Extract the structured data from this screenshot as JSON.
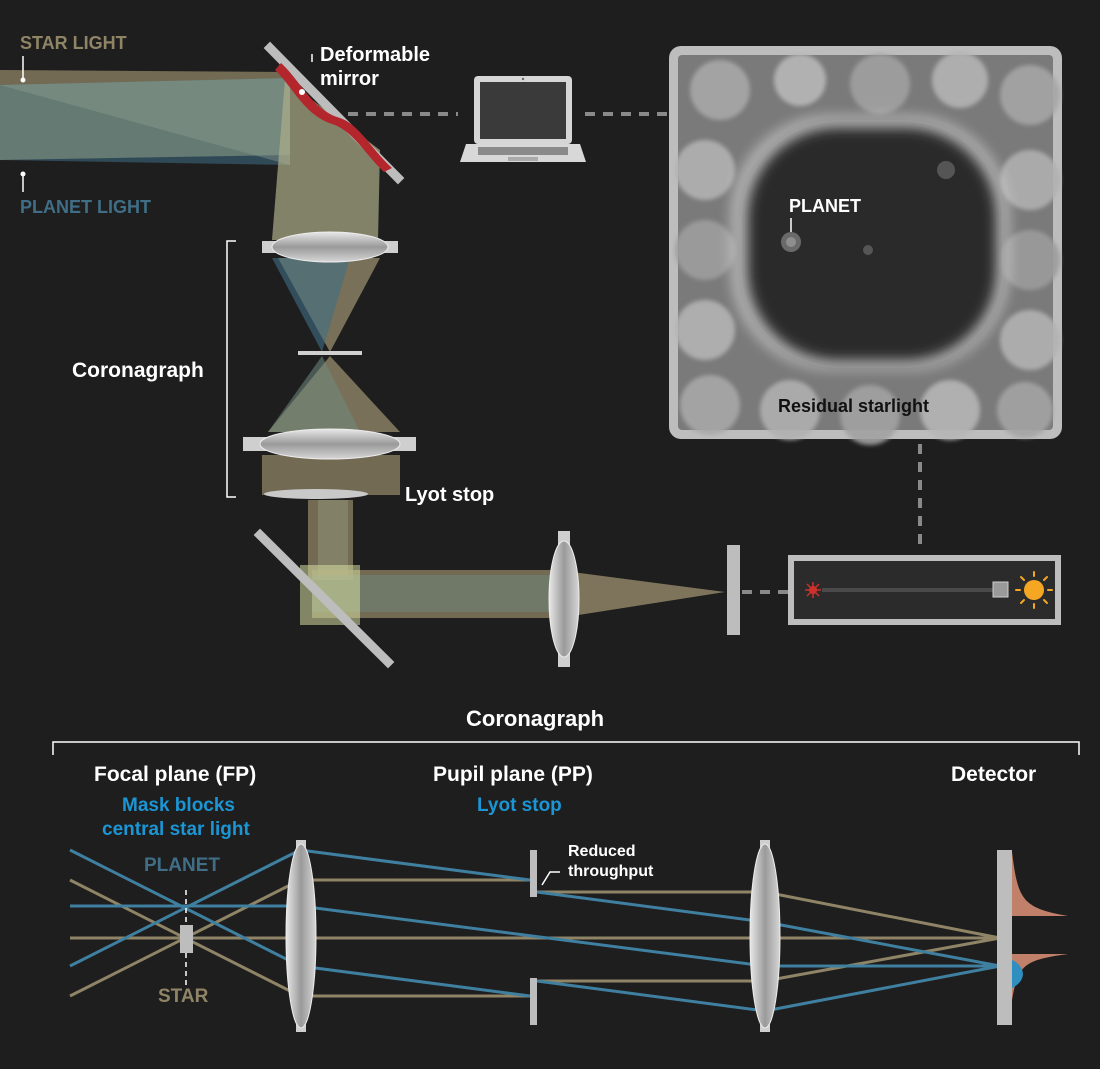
{
  "labels": {
    "star_light": "STAR LIGHT",
    "planet_light": "PLANET LIGHT",
    "deformable_mirror_1": "Deformable",
    "deformable_mirror_2": "mirror",
    "coronagraph_side": "Coronagraph",
    "lyot_stop": "Lyot stop",
    "planet_image": "PLANET",
    "residual_starlight": "Residual starlight"
  },
  "bottom": {
    "title": "Coronagraph",
    "focal_plane": "Focal plane (FP)",
    "mask_line1": "Mask blocks",
    "mask_line2": "central star light",
    "planet": "PLANET",
    "star": "STAR",
    "pupil_plane": "Pupil plane (PP)",
    "lyot_stop": "Lyot stop",
    "reduced_1": "Reduced",
    "reduced_2": "throughput",
    "detector": "Detector"
  },
  "colors": {
    "background": "#1e1e1e",
    "star_light": "#8f8466",
    "planet_light": "#3f6e86",
    "mask_text": "#1b95d3",
    "mirror_red": "#b3262c",
    "sun": "#f5a623"
  },
  "icons": [
    "laptop-icon",
    "sun-icon",
    "red-star-icon"
  ]
}
